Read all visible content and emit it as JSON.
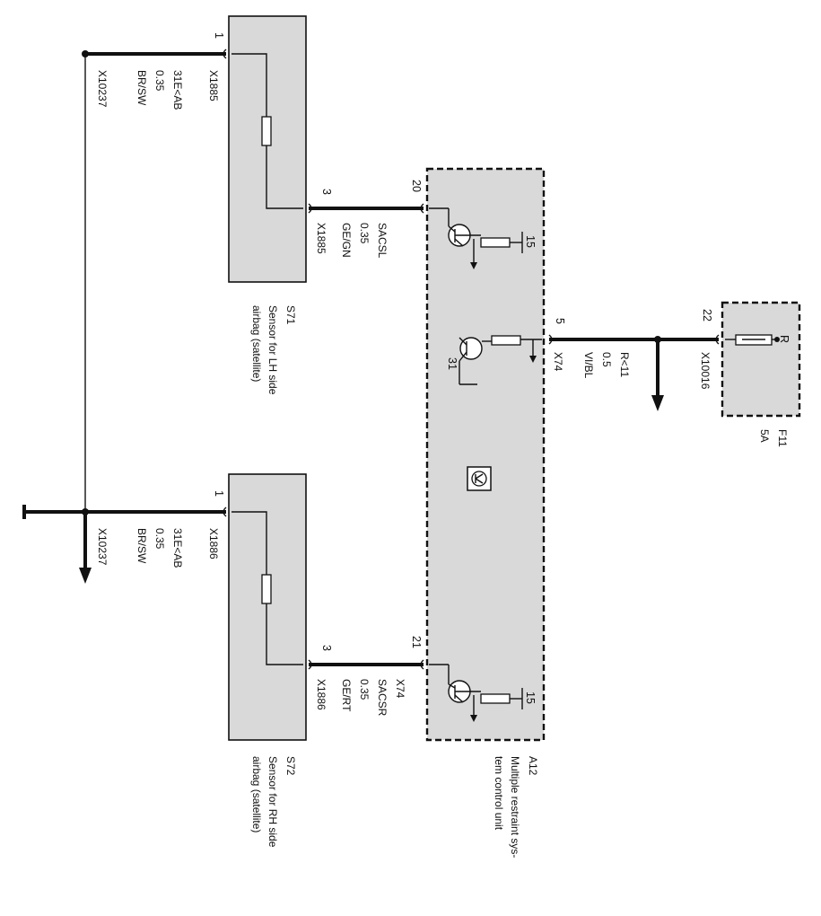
{
  "components": {
    "s71": {
      "code": "S71",
      "desc1": "Sensor for LH side",
      "desc2": "airbag (satellite)"
    },
    "s72": {
      "code": "S72",
      "desc1": "Sensor for RH side",
      "desc2": "airbag (satellite)"
    },
    "a12": {
      "code": "A12",
      "desc1": "Multiple restraint sys-",
      "desc2": "tem control unit"
    },
    "f11": {
      "code": "F11",
      "rating": "5A",
      "pin_label": "R"
    }
  },
  "pins": {
    "s71_pin1": "1",
    "s71_pin3": "3",
    "s72_pin1": "1",
    "s72_pin3": "3",
    "a12_pin20": "20",
    "a12_pin21": "21",
    "a12_pin5": "5",
    "f11_pin22": "22",
    "kl15_a": "15",
    "kl15_b": "15",
    "kl31": "31"
  },
  "wires": {
    "w_s71_gnd": {
      "conn1": "X1885",
      "signal": "31E<AB",
      "size": "0.35",
      "color": "BR/SW",
      "splice": "X10237"
    },
    "w_s72_gnd": {
      "conn1": "X1886",
      "signal": "31E<AB",
      "size": "0.35",
      "color": "BR/SW",
      "splice": "X10237"
    },
    "w_sacsl": {
      "conn": "X1885",
      "signal": "SACSL",
      "size": "0.35",
      "color": "GE/GN"
    },
    "w_sacsr": {
      "conn_a12": "X74",
      "conn": "X1886",
      "signal": "SACSR",
      "size": "0.35",
      "color": "GE/RT"
    },
    "w_power": {
      "conn_a12": "X74",
      "signal": "R<11",
      "size": "0.5",
      "color": "VI/BL",
      "conn_fuse": "X10016"
    }
  }
}
